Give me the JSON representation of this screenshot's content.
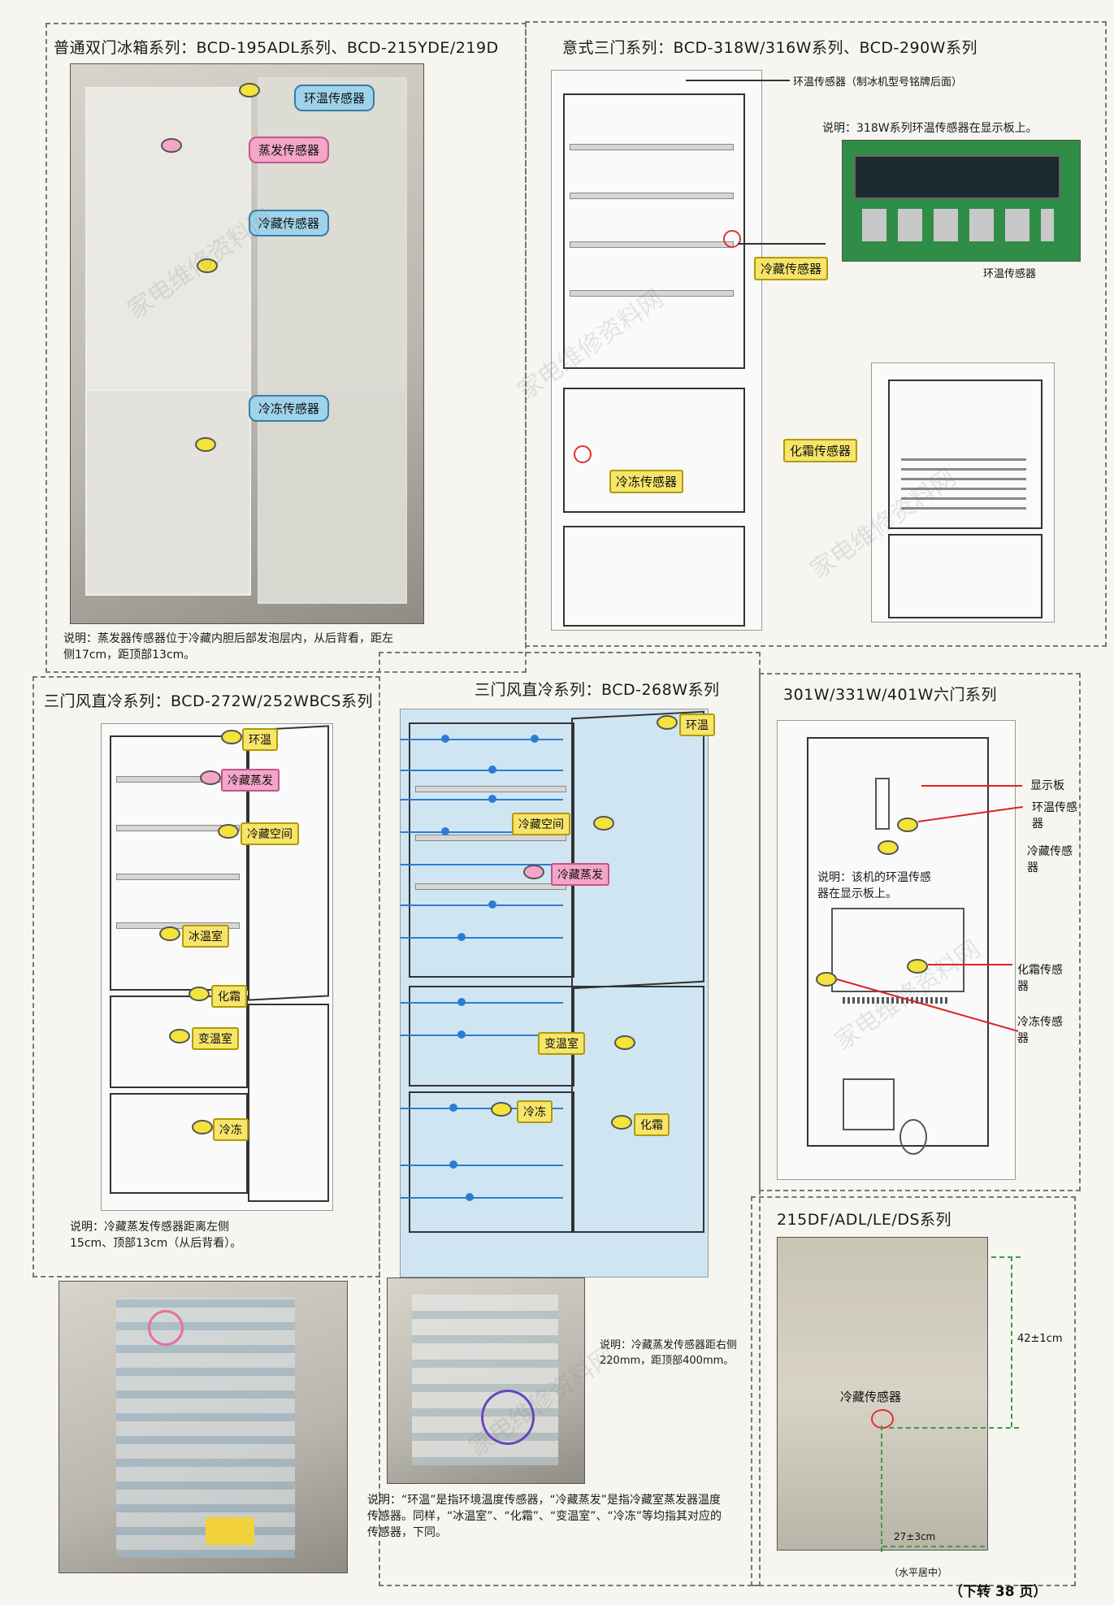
{
  "p1": {
    "title": "普通双门冰箱系列：BCD-195ADL系列、BCD-215YDE/219D",
    "callouts": [
      "环温传感器",
      "蒸发传感器",
      "冷藏传感器",
      "冷冻传感器"
    ],
    "note": "说明：蒸发器传感器位于冷藏内胆后部发泡层内，从后背看，距左侧17cm，距顶部13cm。"
  },
  "p2": {
    "title": "意式三门系列：BCD-318W/316W系列、BCD-290W系列",
    "label_top": "环温传感器（制冰机型号铭牌后面）",
    "note": "说明：318W系列环温传感器在显示板上。",
    "display_label": "环温传感器",
    "callouts": [
      "冷藏传感器",
      "冷冻传感器",
      "化霜传感器"
    ]
  },
  "p3": {
    "title": "三门风直冷系列：BCD-272W/252WBCS系列",
    "callouts": [
      "环温",
      "冷藏蒸发",
      "冷藏空间",
      "冰温室",
      "化霜",
      "变温室",
      "冷冻"
    ],
    "note": "说明：冷藏蒸发传感器距离左侧15cm、顶部13cm（从后背看）。"
  },
  "p4": {
    "title": "三门风直冷系列：BCD-268W系列",
    "callouts": [
      "环温",
      "冷藏空间",
      "冷藏蒸发",
      "变温室",
      "冷冻",
      "化霜"
    ],
    "note_right": "说明：冷藏蒸发传感器距右侧220mm，距顶部400mm。",
    "note_bottom": "说明：“环温”是指环境温度传感器，“冷藏蒸发”是指冷藏室蒸发器温度传感器。同样，“冰温室”、“化霜”、“变温室”、“冷冻”等均指其对应的传感器，下同。"
  },
  "p5": {
    "title": "301W/331W/401W六门系列",
    "labels": [
      "显示板",
      "环温传感器",
      "冷藏传感器",
      "化霜传感器",
      "冷冻传感器"
    ],
    "note": "说明：该机的环温传感器在显示板上。"
  },
  "p6": {
    "title": "215DF/ADL/LE/DS系列",
    "dim_v": "42±1cm",
    "label": "冷藏传感器",
    "dim_h": "27±3cm",
    "bottom": "（水平居中）"
  },
  "footer": "（下转 38 页）"
}
